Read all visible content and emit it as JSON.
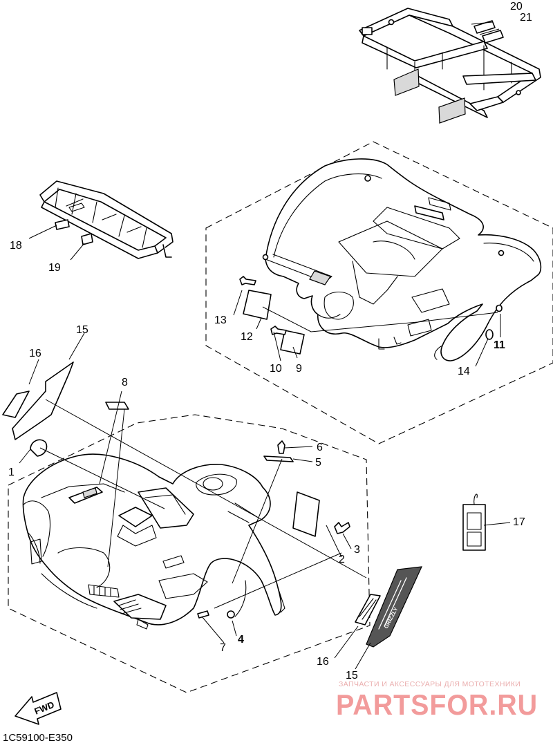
{
  "diagram": {
    "code": "1C59100-E350",
    "fwd_label": "FWD",
    "watermark": {
      "tagline": "ЗАПЧАСТИ И АКСЕССУАРЫ ДЛЯ МОТОТЕХНИКИ",
      "brand": "PARTSFOR.RU",
      "color": "#f08a8a"
    },
    "callouts": {
      "c1": "1",
      "c2": "2",
      "c3": "3",
      "c4": "4",
      "c5": "5",
      "c6": "6",
      "c7": "7",
      "c8": "8",
      "c9": "9",
      "c10": "10",
      "c11": "11",
      "c12": "12",
      "c13": "13",
      "c14": "14",
      "c15a": "15",
      "c15b": "15",
      "c16a": "16",
      "c16b": "16",
      "c17": "17",
      "c18": "18",
      "c19": "19",
      "c20": "20",
      "c21": "21"
    },
    "decal_text": "GRIZZLY"
  }
}
